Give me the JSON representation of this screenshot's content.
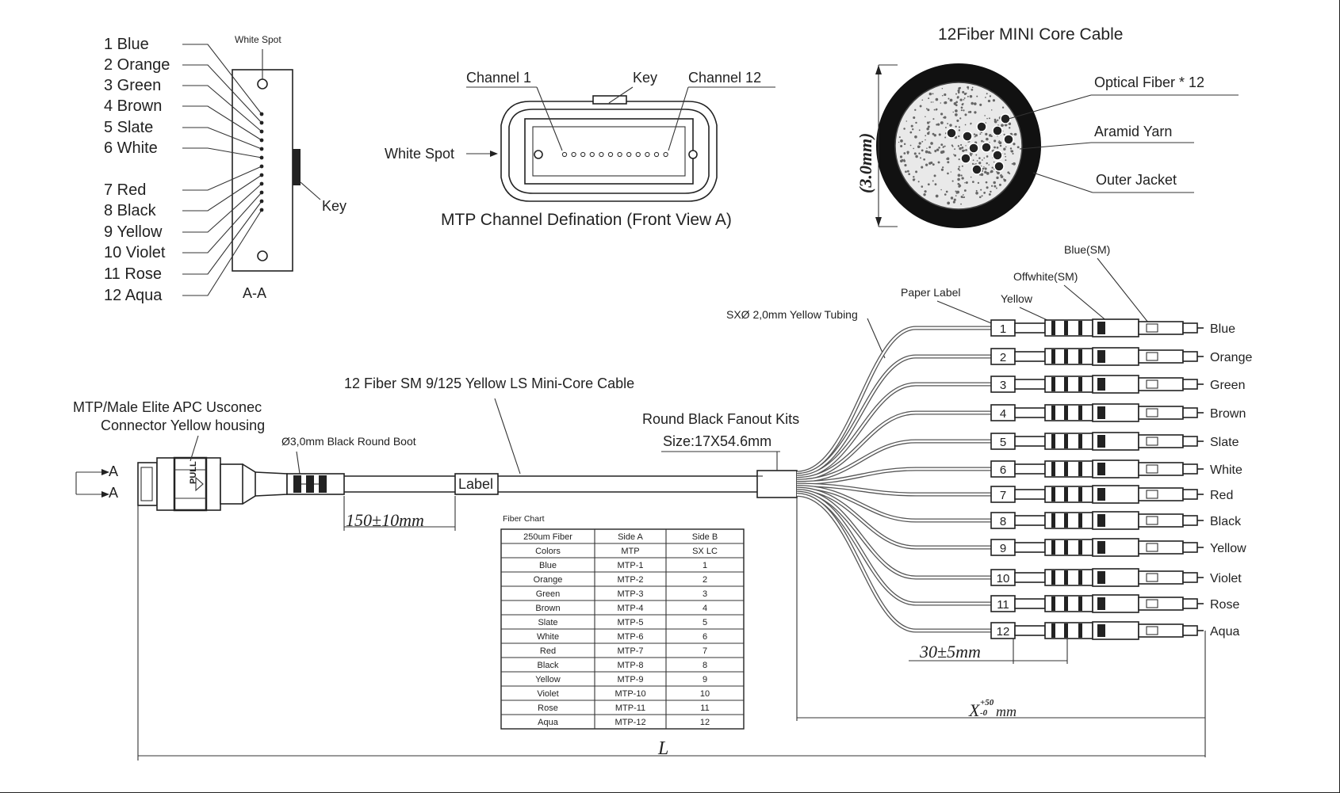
{
  "colors": {
    "ink": "#222222",
    "cable_gray": "#555555",
    "jacket": "#111111",
    "background": "#ffffff"
  },
  "pin_map": {
    "white_spot_label": "White Spot",
    "key_label": "Key",
    "section_label": "A-A",
    "fibers": [
      "1 Blue",
      "2 Orange",
      "3 Green",
      "4 Brown",
      "5 Slate",
      "6 White",
      "7 Red",
      "8 Black",
      "9 Yellow",
      "10 Violet",
      "11 Rose",
      "12 Aqua"
    ]
  },
  "mtp_front": {
    "channel1": "Channel 1",
    "key": "Key",
    "channel12": "Channel 12",
    "white_spot": "White Spot",
    "caption": "MTP Channel Defination (Front View A)"
  },
  "cable_section": {
    "title": "12Fiber MINI Core Cable",
    "diameter": "(3.0mm)",
    "optical_fiber": "Optical Fiber * 12",
    "aramid": "Aramid Yarn",
    "jacket": "Outer Jacket"
  },
  "assembly": {
    "connector": [
      "MTP/Male Elite APC Usconec",
      "Connector Yellow housing"
    ],
    "boot": "Ø3,0mm Black Round Boot",
    "cable": "12 Fiber SM 9/125 Yellow LS Mini-Core Cable",
    "label": "Label",
    "fanout": "Round Black Fanout Kits",
    "fanout_size": "Size:17X54.6mm",
    "tubing": "SXØ 2,0mm Yellow Tubing",
    "paper_label": "Paper Label",
    "yellow": "Yellow",
    "offwhite": "Offwhite(SM)",
    "blue_sm": "Blue(SM)",
    "section_mark": "A",
    "dim_boot": "150±10mm",
    "dim_legs": "30±5mm",
    "dim_fanout_main": "X",
    "dim_fanout_sup": "+50",
    "dim_fanout_sub": "-0",
    "dim_fanout_unit": "mm",
    "dim_total": "L",
    "legs": [
      "Blue",
      "Orange",
      "Green",
      "Brown",
      "Slate",
      "White",
      "Red",
      "Black",
      "Yellow",
      "Violet",
      "Rose",
      "Aqua"
    ]
  },
  "fiber_chart": {
    "title": "Fiber Chart",
    "headers": [
      [
        "250um Fiber",
        "Side A",
        "Side B"
      ],
      [
        "Colors",
        "MTP",
        "SX LC"
      ]
    ],
    "rows": [
      [
        "Blue",
        "MTP-1",
        "1"
      ],
      [
        "Orange",
        "MTP-2",
        "2"
      ],
      [
        "Green",
        "MTP-3",
        "3"
      ],
      [
        "Brown",
        "MTP-4",
        "4"
      ],
      [
        "Slate",
        "MTP-5",
        "5"
      ],
      [
        "White",
        "MTP-6",
        "6"
      ],
      [
        "Red",
        "MTP-7",
        "7"
      ],
      [
        "Black",
        "MTP-8",
        "8"
      ],
      [
        "Yellow",
        "MTP-9",
        "9"
      ],
      [
        "Violet",
        "MTP-10",
        "10"
      ],
      [
        "Rose",
        "MTP-11",
        "11"
      ],
      [
        "Aqua",
        "MTP-12",
        "12"
      ]
    ]
  }
}
